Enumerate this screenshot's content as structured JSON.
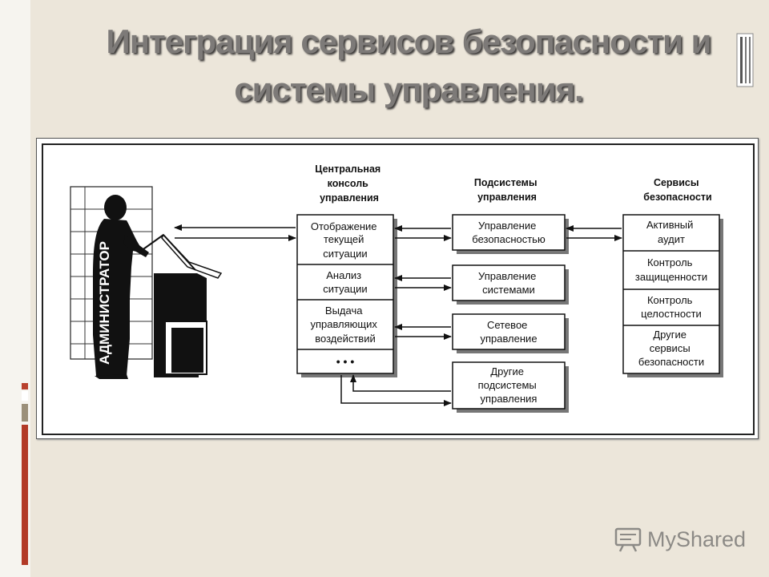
{
  "slide": {
    "title_line1": "Интеграция сервисов безопасности и",
    "title_line2": "системы управления."
  },
  "diagram": {
    "admin_label": "АДМИНИСТРАТОР",
    "console_header": [
      "Центральная",
      "консоль",
      "управления"
    ],
    "subsystems_header": [
      "Подсистемы",
      "управления"
    ],
    "services_header": [
      "Сервисы",
      "безопасности"
    ],
    "console_items": [
      [
        "Отображение",
        "текущей",
        "ситуации"
      ],
      [
        "Анализ",
        "ситуации"
      ],
      [
        "Выдача",
        "управляющих",
        "воздействий"
      ]
    ],
    "console_more": "• • •",
    "subsystems": [
      [
        "Управление",
        "безопасностью"
      ],
      [
        "Управление",
        "системами"
      ],
      [
        "Сетевое",
        "управление"
      ],
      [
        "Другие",
        "подсистемы",
        "управления"
      ]
    ],
    "services": [
      [
        "Активный",
        "аудит"
      ],
      [
        "Контроль",
        "защищенности"
      ],
      [
        "Контроль",
        "целостности"
      ],
      [
        "Другие",
        "сервисы",
        "безопасности"
      ]
    ]
  },
  "logo": {
    "text": "MyShared",
    "icon": "presentation-board-icon"
  }
}
